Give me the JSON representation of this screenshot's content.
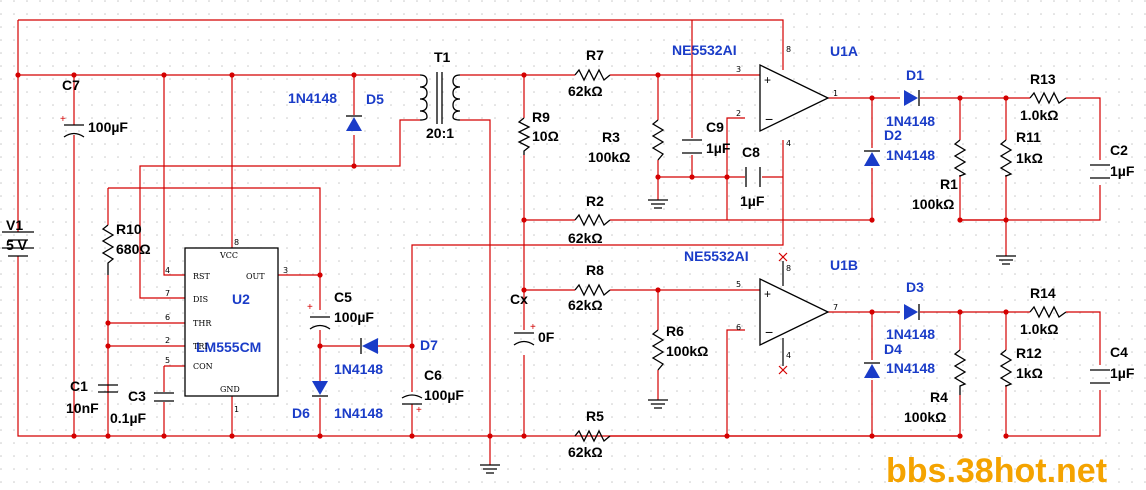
{
  "colors": {
    "wire": "#d40000",
    "component": "#000000",
    "part_label": "#1a3cc8",
    "watermark": "#f4a300",
    "grid_dot": "#c8c8c8",
    "junction": "#d40000"
  },
  "parts": {
    "V1": {
      "ref": "V1",
      "value": "5 V"
    },
    "C7": {
      "ref": "C7",
      "value": "100µF"
    },
    "R10": {
      "ref": "R10",
      "value": "680Ω"
    },
    "U2": {
      "ref": "U2",
      "value": "LM555CM",
      "pins": {
        "vcc": "VCC",
        "rst": "RST",
        "dis": "DIS",
        "thr": "THR",
        "tri": "TRI",
        "con": "CON",
        "out": "OUT",
        "gnd": "GND"
      },
      "pin_numbers": {
        "p8": "8",
        "p4": "4",
        "p7": "7",
        "p6": "6",
        "p2": "2",
        "p5": "5",
        "p3": "3",
        "p1": "1"
      }
    },
    "C1": {
      "ref": "C1",
      "value": "10nF"
    },
    "C3": {
      "ref": "C3",
      "value": "0.1µF"
    },
    "C5": {
      "ref": "C5",
      "value": "100µF"
    },
    "C6": {
      "ref": "C6",
      "value": "100µF"
    },
    "D5": {
      "ref": "D5",
      "value": "1N4148"
    },
    "D6": {
      "ref": "D6",
      "value": "1N4148"
    },
    "D7": {
      "ref": "D7",
      "value": "1N4148"
    },
    "T1": {
      "ref": "T1",
      "value": "20:1"
    },
    "R9": {
      "ref": "R9",
      "value": "10Ω"
    },
    "Cx": {
      "ref": "Cx",
      "value": "0F"
    },
    "R7": {
      "ref": "R7",
      "value": "62kΩ"
    },
    "R2": {
      "ref": "R2",
      "value": "62kΩ"
    },
    "R8": {
      "ref": "R8",
      "value": "62kΩ"
    },
    "R5": {
      "ref": "R5",
      "value": "62kΩ"
    },
    "R3": {
      "ref": "R3",
      "value": "100kΩ"
    },
    "R6": {
      "ref": "R6",
      "value": "100kΩ"
    },
    "C9": {
      "ref": "C9",
      "value": "1µF"
    },
    "C8": {
      "ref": "C8",
      "value": "1µF"
    },
    "U1A": {
      "ref": "U1A",
      "value": "NE5532AI",
      "pin_numbers": {
        "in_plus": "3",
        "in_minus": "2",
        "out": "1",
        "vplus": "8",
        "vminus": "4"
      }
    },
    "U1B": {
      "ref": "U1B",
      "value": "NE5532AI",
      "pin_numbers": {
        "in_plus": "5",
        "in_minus": "6",
        "out": "7",
        "vplus": "8",
        "vminus": "4"
      }
    },
    "D1": {
      "ref": "D1",
      "value": "1N4148"
    },
    "D2": {
      "ref": "D2",
      "value": "1N4148"
    },
    "D3": {
      "ref": "D3",
      "value": "1N4148"
    },
    "D4": {
      "ref": "D4",
      "value": "1N4148"
    },
    "R1": {
      "ref": "R1",
      "value": "100kΩ"
    },
    "R4": {
      "ref": "R4",
      "value": "100kΩ"
    },
    "R13": {
      "ref": "R13",
      "value": "1.0kΩ"
    },
    "R14": {
      "ref": "R14",
      "value": "1.0kΩ"
    },
    "R11": {
      "ref": "R11",
      "value": "1kΩ"
    },
    "R12": {
      "ref": "R12",
      "value": "1kΩ"
    },
    "C2": {
      "ref": "C2",
      "value": "1µF"
    },
    "C4": {
      "ref": "C4",
      "value": "1µF"
    }
  },
  "watermark": "bbs.38hot.net"
}
